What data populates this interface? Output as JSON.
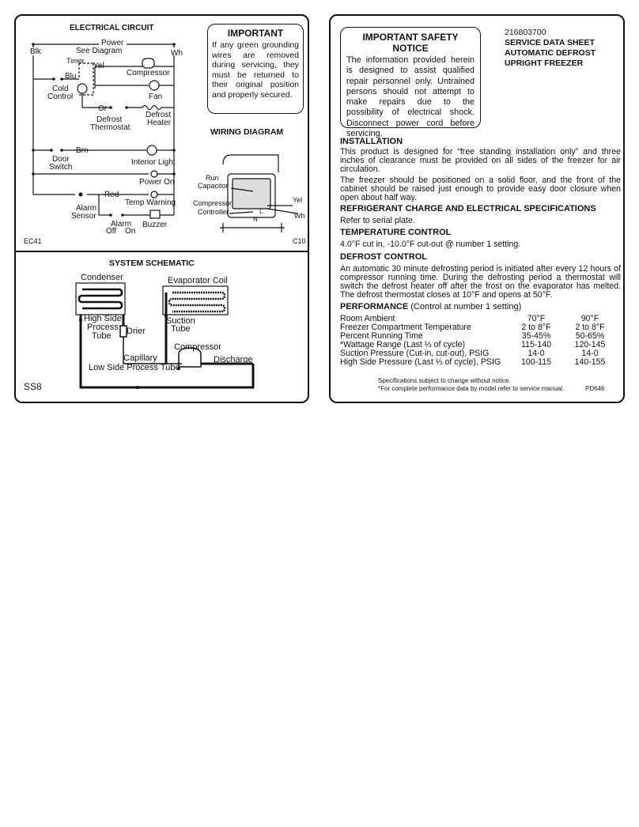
{
  "electrical": {
    "title": "ELECTRICAL CIRCUIT",
    "labels": {
      "blk": "Blk",
      "power": "Power",
      "see_diagram": "See Diagram",
      "wh": "Wh",
      "timer": "Timer",
      "yel": "Yel",
      "blu": "Blu",
      "compressor": "Compressor",
      "cold_control_1": "Cold",
      "cold_control_2": "Control",
      "fan": "Fan",
      "or": "Or",
      "defrost_heater_1": "Defrost",
      "defrost_heater_2": "Heater",
      "defrost_thermostat_1": "Defrost",
      "defrost_thermostat_2": "Thermostat",
      "brn": "Brn",
      "door_switch_1": "Door",
      "door_switch_2": "Switch",
      "interior_light": "Interior Light",
      "power_on": "Power On",
      "red": "Red",
      "temp_warning": "Temp Warning",
      "alarm_sensor_1": "Alarm",
      "alarm_sensor_2": "Sensor",
      "alarm": "Alarm",
      "off": "Off",
      "on": "On",
      "buzzer": "Buzzer"
    },
    "code_left": "EC41",
    "code_right": "C10"
  },
  "important": {
    "title": "IMPORTANT",
    "text": "If any green grounding wires are removed during servicing, they must be returned to their original position and properly secured."
  },
  "wiring": {
    "title": "WIRING DIAGRAM",
    "labels": {
      "run_capacitor_1": "Run",
      "run_capacitor_2": "Capacitor",
      "compressor_controller_1": "Compressor",
      "compressor_controller_2": "Controller",
      "yel": "Yel",
      "wh": "Wh",
      "n": "N",
      "l": "L"
    }
  },
  "schematic": {
    "title": "SYSTEM SCHEMATIC",
    "labels": {
      "condenser": "Condenser",
      "evaporator_coil": "Evaporator Coil",
      "high_side_1": "High Side",
      "high_side_2": "Process",
      "high_side_3": "Tube",
      "drier": "Drier",
      "suction_1": "Suction",
      "suction_2": "Tube",
      "compressor": "Compressor",
      "capillary": "Capillary",
      "low_side": "Low Side Process Tube",
      "discharge": "Discharge"
    },
    "code": "SS8"
  },
  "safety": {
    "title": "IMPORTANT SAFETY NOTICE",
    "text": "The information provided herein is designed to assist qualified repair personnel only. Untrained persons should not attempt to make repairs due to the possibility of electrical shock. Disconnect power cord before servicing."
  },
  "header": {
    "part_number": "216803700",
    "line1": "SERVICE DATA SHEET",
    "line2": "AUTOMATIC DEFROST",
    "line3": "UPRIGHT FREEZER"
  },
  "installation": {
    "heading": "INSTALLATION",
    "p1": "This product is designed for “free standing installation only” and three inches of clearance must be provided on all sides of the freezer for air circulation.",
    "p2": "The freezer should be positioned on a solid floor, and the front of the cabinet should be raised just enough to provide easy door closure when open about half way."
  },
  "refrigerant": {
    "heading": "REFRIGERANT CHARGE AND ELECTRICAL SPECIFICATIONS",
    "text": "Refer to serial plate."
  },
  "temperature": {
    "heading": "TEMPERATURE CONTROL",
    "text": "4.0°F cut in, -10.0°F cut-out @ number 1 setting."
  },
  "defrost": {
    "heading": "DEFROST CONTROL",
    "text": "An automatic 30 minute defrosting period is initiated after every 12 hours of compressor running time. During the defrosting period a thermostat will switch the defrost heater off after the frost on the evaporator has melted. The defrost thermostat closes at 10°F and opens at 50°F."
  },
  "performance": {
    "heading": "PERFORMANCE",
    "subheading": "(Control at number 1 setting)",
    "rows": [
      {
        "label": "Room Ambient",
        "c1": "70°F",
        "c2": "90°F"
      },
      {
        "label": "Freezer Compartment Temperature",
        "c1": "2 to 8°F",
        "c2": "2 to 8°F"
      },
      {
        "label": "Percent Running Time",
        "c1": "35-45%",
        "c2": "50-65%"
      },
      {
        "label": "*Wattage Range (Last ⅓ of cycle)",
        "c1": "115-140",
        "c2": "120-145"
      },
      {
        "label": "Suction Pressure (Cut-in, cut-out), PSIG",
        "c1": "14-0",
        "c2": "14-0"
      },
      {
        "label": "High Side Pressure (Last ⅓ of cycle), PSIG",
        "c1": "100-115",
        "c2": "140-155"
      }
    ]
  },
  "footer": {
    "note1": "Specifications subject to change without notice.",
    "note2": "*For complete performance data by model refer to service manual.",
    "code": "PD646"
  }
}
